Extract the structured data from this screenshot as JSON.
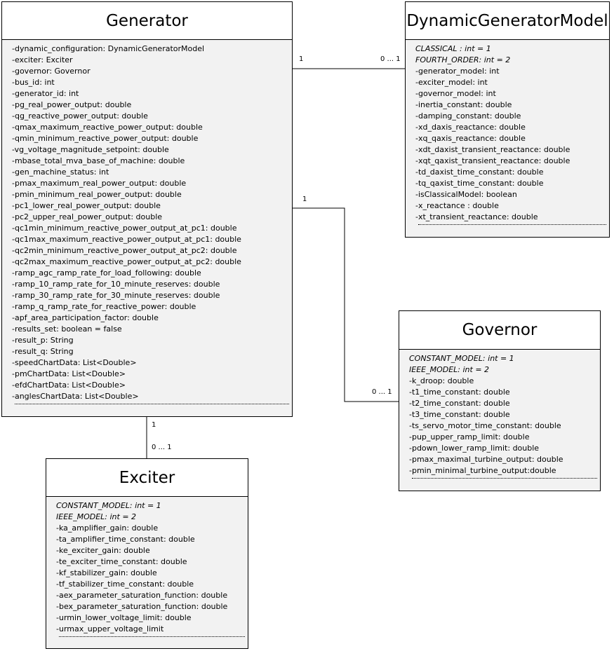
{
  "classes": {
    "generator": {
      "name": "Generator",
      "attributes": [
        {
          "text": "-dynamic_configuration: DynamicGeneratorModel",
          "static": false
        },
        {
          "text": "-exciter: Exciter",
          "static": false
        },
        {
          "text": "-governor: Governor",
          "static": false
        },
        {
          "text": "-bus_id: int",
          "static": false
        },
        {
          "text": "-generator_id: int",
          "static": false
        },
        {
          "text": "-pg_real_power_output: double",
          "static": false
        },
        {
          "text": "-qg_reactive_power_output: double",
          "static": false
        },
        {
          "text": "-qmax_maximum_reactive_power_output: double",
          "static": false
        },
        {
          "text": "-qmin_minimum_reactive_power_output: double",
          "static": false
        },
        {
          "text": "-vg_voltage_magnitude_setpoint: double",
          "static": false
        },
        {
          "text": "-mbase_total_mva_base_of_machine: double",
          "static": false
        },
        {
          "text": "-gen_machine_status: int",
          "static": false
        },
        {
          "text": "-pmax_maximum_real_power_output: double",
          "static": false
        },
        {
          "text": "-pmin_minimum_real_power_output: double",
          "static": false
        },
        {
          "text": "-pc1_lower_real_power_output: double",
          "static": false
        },
        {
          "text": "-pc2_upper_real_power_output: double",
          "static": false
        },
        {
          "text": "-qc1min_minimum_reactive_power_output_at_pc1: double",
          "static": false
        },
        {
          "text": "-qc1max_maximum_reactive_power_output_at_pc1: double",
          "static": false
        },
        {
          "text": "-qc2min_minimum_reactive_power_output_at_pc2: double",
          "static": false
        },
        {
          "text": "-qc2max_maximum_reactive_power_output_at_pc2: double",
          "static": false
        },
        {
          "text": "-ramp_agc_ramp_rate_for_load_following: double",
          "static": false
        },
        {
          "text": "-ramp_10_ramp_rate_for_10_minute_reserves: double",
          "static": false
        },
        {
          "text": "-ramp_30_ramp_rate_for_30_minute_reserves: double",
          "static": false
        },
        {
          "text": "-ramp_q_ramp_rate_for_reactive_power: double",
          "static": false
        },
        {
          "text": "-apf_area_participation_factor: double",
          "static": false
        },
        {
          "text": "-results_set: boolean = false",
          "static": false
        },
        {
          "text": "-result_p: String",
          "static": false
        },
        {
          "text": "-result_q: String",
          "static": false
        },
        {
          "text": "-speedChartData: List<Double>",
          "static": false
        },
        {
          "text": "-pmChartData: List<Double>",
          "static": false
        },
        {
          "text": "-efdChartData: List<Double>",
          "static": false
        },
        {
          "text": "-anglesChartData: List<Double>",
          "static": false
        }
      ]
    },
    "dynamic_generator_model": {
      "name": "DynamicGeneratorModel",
      "attributes": [
        {
          "text": "CLASSICAL : int = 1",
          "static": true
        },
        {
          "text": "FOURTH_ORDER: int = 2",
          "static": true
        },
        {
          "text": "-generator_model: int",
          "static": false
        },
        {
          "text": "-exciter_model: int",
          "static": false
        },
        {
          "text": "-governor_model: int",
          "static": false
        },
        {
          "text": "-inertia_constant: double",
          "static": false
        },
        {
          "text": "-damping_constant: double",
          "static": false
        },
        {
          "text": "-xd_daxis_reactance: double",
          "static": false
        },
        {
          "text": "-xq_qaxis_reactance: double",
          "static": false
        },
        {
          "text": "-xdt_daxist_transient_reactance: double",
          "static": false
        },
        {
          "text": "-xqt_qaxist_transient_reactance: double",
          "static": false
        },
        {
          "text": "-td_daxist_time_constant: double",
          "static": false
        },
        {
          "text": "-tq_qaxist_time_constant: double",
          "static": false
        },
        {
          "text": "-isClassicalModel: boolean",
          "static": false
        },
        {
          "text": "-x_reactance : double",
          "static": false
        },
        {
          "text": "-xt_transient_reactance: double",
          "static": false
        }
      ]
    },
    "governor": {
      "name": "Governor",
      "attributes": [
        {
          "text": "CONSTANT_MODEL: int = 1",
          "static": true
        },
        {
          "text": "IEEE_MODEL: int = 2",
          "static": true
        },
        {
          "text": "-k_droop: double",
          "static": false
        },
        {
          "text": "-t1_time_constant: double",
          "static": false
        },
        {
          "text": "-t2_time_constant: double",
          "static": false
        },
        {
          "text": "-t3_time_constant: double",
          "static": false
        },
        {
          "text": "-ts_servo_motor_time_constant: double",
          "static": false
        },
        {
          "text": "-pup_upper_ramp_limit: double",
          "static": false
        },
        {
          "text": "-pdown_lower_ramp_limit: double",
          "static": false
        },
        {
          "text": "-pmax_maximal_turbine_output: double",
          "static": false
        },
        {
          "text": "-pmin_minimal_turbine_output:double",
          "static": false
        }
      ]
    },
    "exciter": {
      "name": "Exciter",
      "attributes": [
        {
          "text": "CONSTANT_MODEL: int = 1",
          "static": true
        },
        {
          "text": "IEEE_MODEL: int = 2",
          "static": true
        },
        {
          "text": "-ka_amplifier_gain: double",
          "static": false
        },
        {
          "text": "-ta_amplifier_time_constant: double",
          "static": false
        },
        {
          "text": "-ke_exciter_gain: double",
          "static": false
        },
        {
          "text": "-te_exciter_time_constant: double",
          "static": false
        },
        {
          "text": "-kf_stabilizer_gain: double",
          "static": false
        },
        {
          "text": "-tf_stabilizer_time_constant: double",
          "static": false
        },
        {
          "text": "-aex_parameter_saturation_function: double",
          "static": false
        },
        {
          "text": "-bex_parameter_saturation_function: double",
          "static": false
        },
        {
          "text": "-urmin_lower_voltage_limit: double",
          "static": false
        },
        {
          "text": "-urmax_upper_voltage_limit",
          "static": false
        }
      ]
    }
  },
  "associations": {
    "generator_dynamic_model": {
      "source_multiplicity": "1",
      "target_multiplicity": "0 ... 1"
    },
    "generator_governor": {
      "source_multiplicity": "1",
      "target_multiplicity": "0 ... 1"
    },
    "generator_exciter": {
      "source_multiplicity": "1",
      "target_multiplicity": "0 ... 1"
    }
  }
}
